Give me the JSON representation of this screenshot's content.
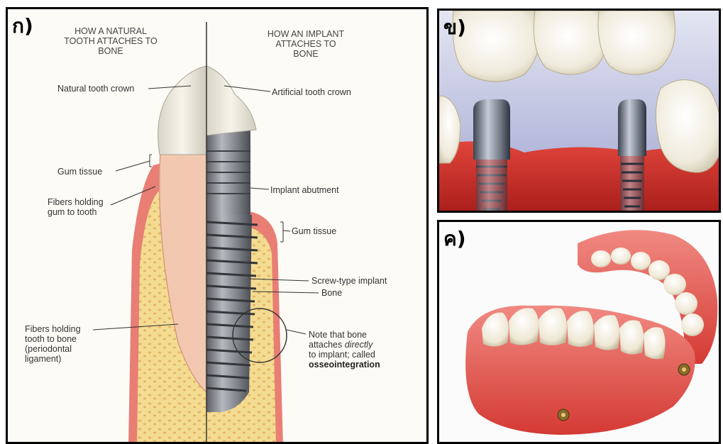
{
  "panels": {
    "a": {
      "label": "ก)",
      "heading_left": [
        "HOW A NATURAL",
        "TOOTH ATTACHES TO",
        "BONE"
      ],
      "heading_right": [
        "HOW AN IMPLANT",
        "ATTACHES TO",
        "BONE"
      ],
      "callouts": {
        "natural_crown": "Natural tooth crown",
        "gum_tissue_left": "Gum tissue",
        "fibers_gum_1": "Fibers holding",
        "fibers_gum_2": "gum to tooth",
        "fibers_bone_1": "Fibers holding",
        "fibers_bone_2": "tooth to bone",
        "fibers_bone_3": "(periodontal",
        "fibers_bone_4": "ligament)",
        "artificial_crown": "Artificial tooth crown",
        "abutment": "Implant abutment",
        "gum_tissue_right": "Gum tissue",
        "screw": "Screw-type implant",
        "bone": "Bone",
        "note_1": "Note that bone",
        "note_2a": "attaches ",
        "note_2b": "directly",
        "note_3": "to implant; called",
        "note_4": "osseointegration"
      }
    },
    "b": {
      "label": "ข)"
    },
    "c": {
      "label": "ค)"
    }
  },
  "colors": {
    "gum": "#d9453f",
    "bone": "#f2d98a",
    "metal": "#8d8f96",
    "enamel": "#f3efe4"
  }
}
